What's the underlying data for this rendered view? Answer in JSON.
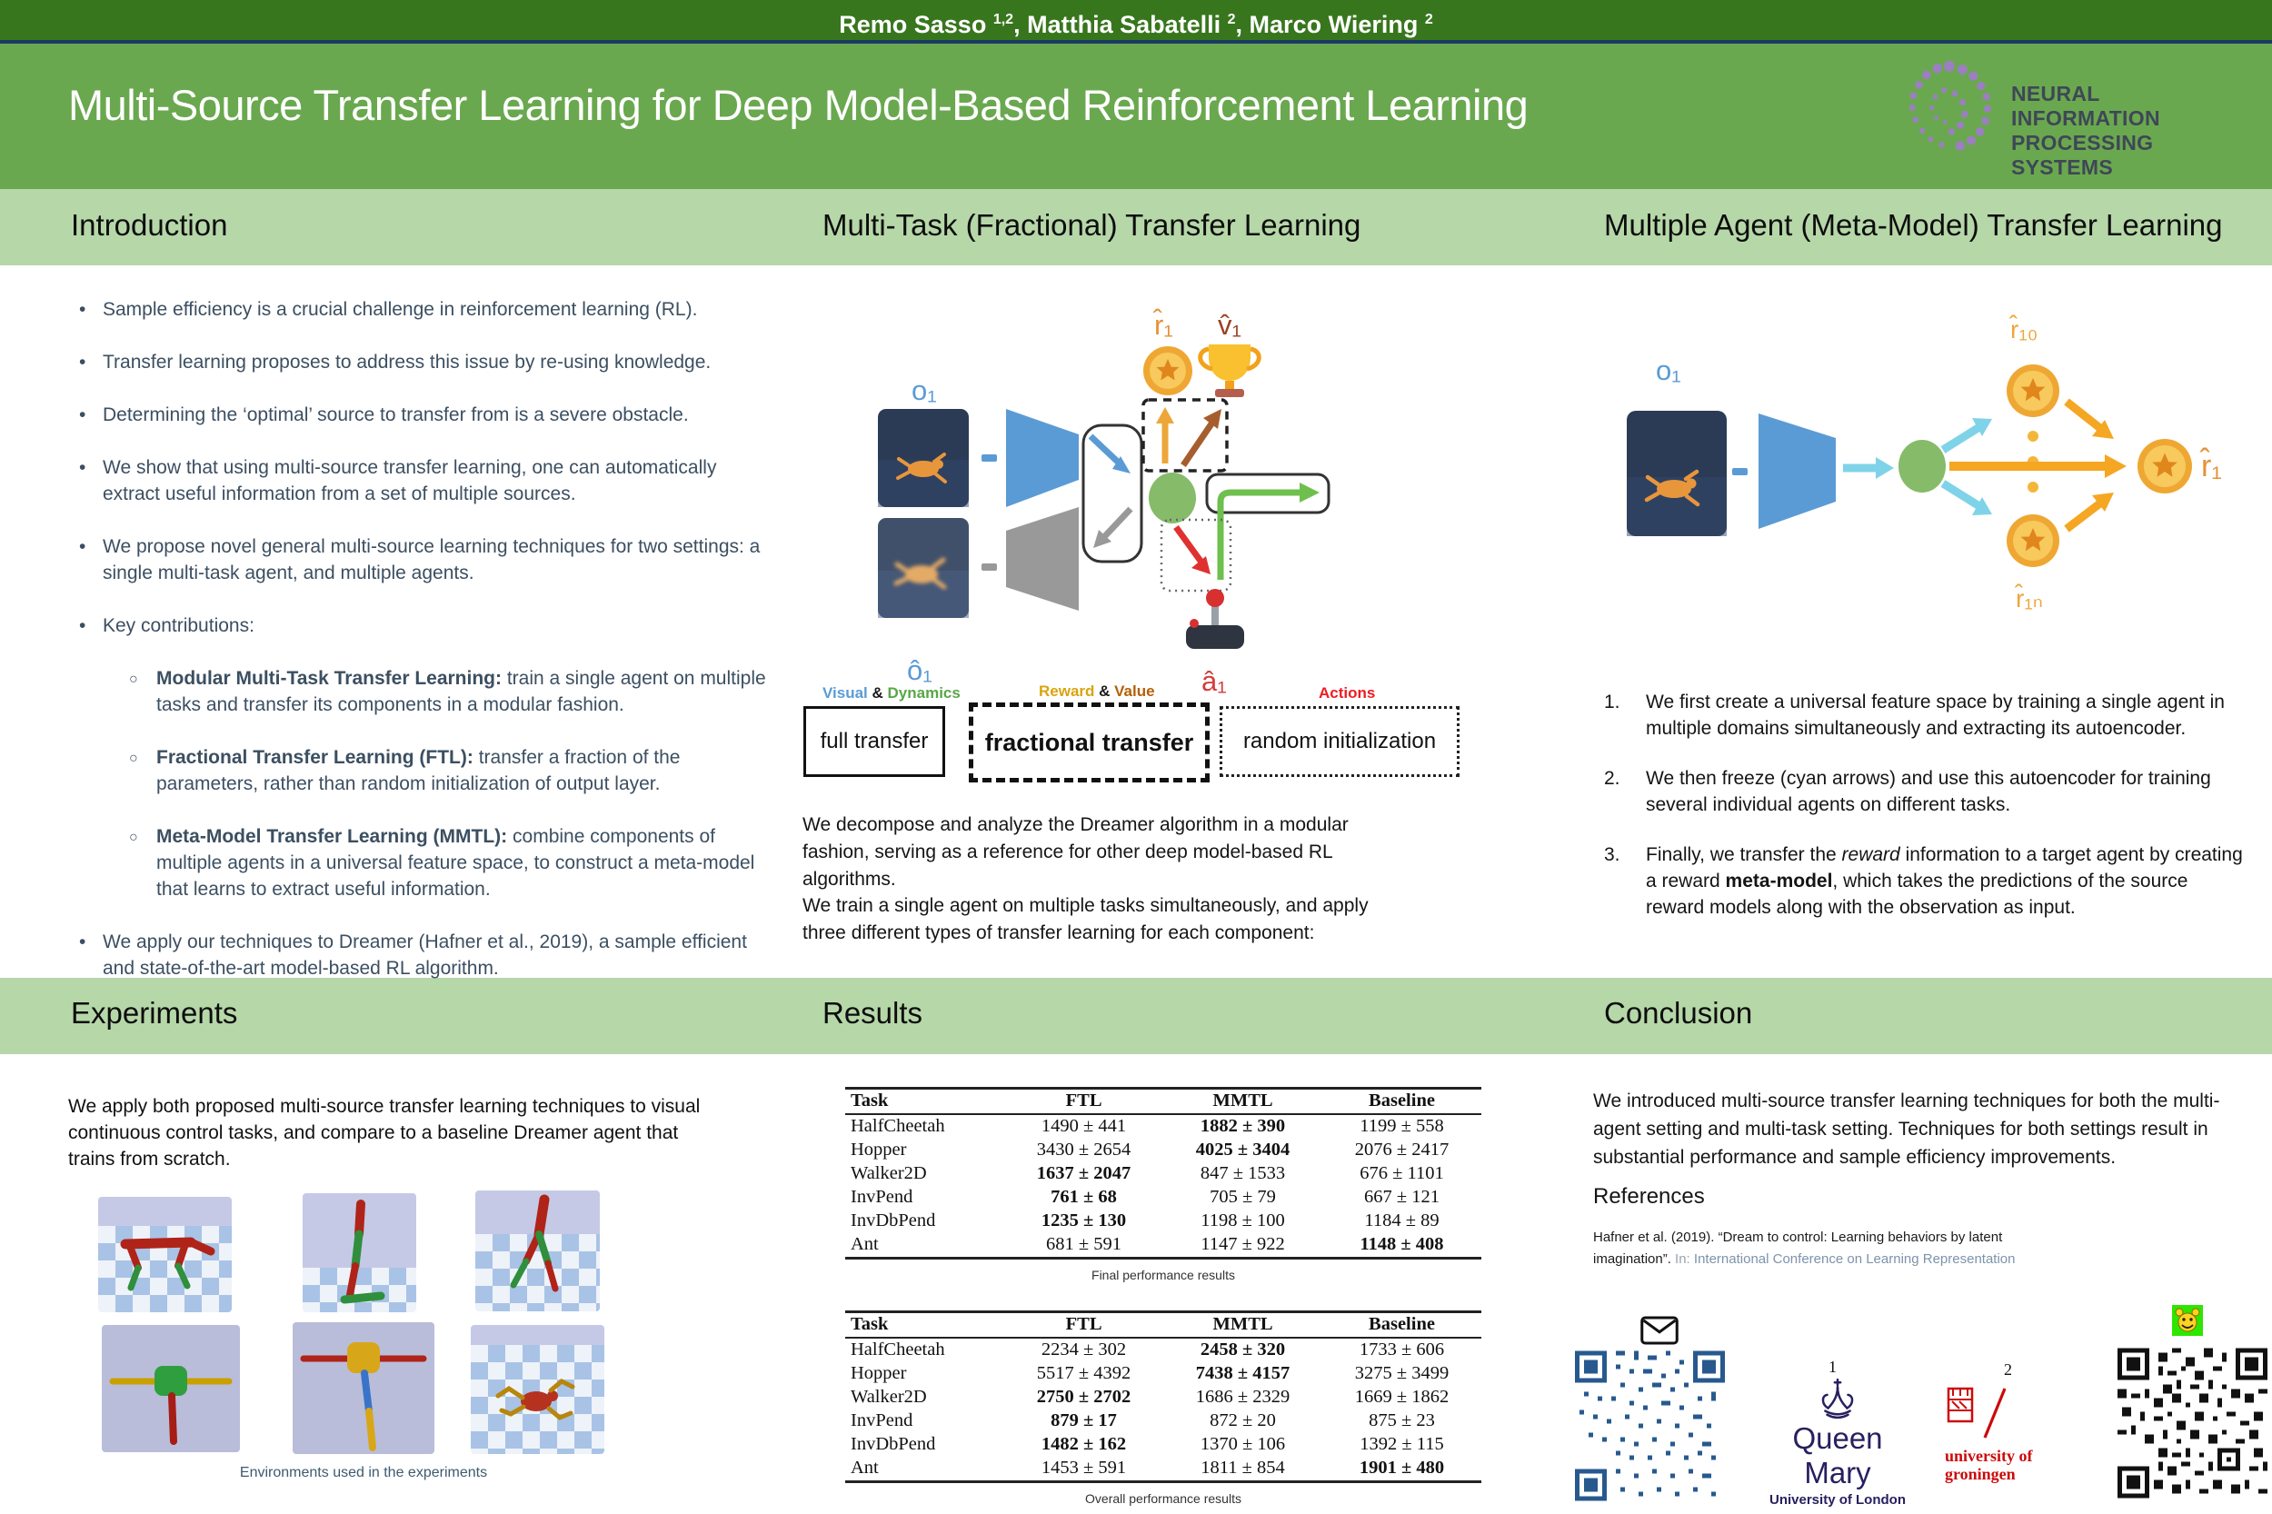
{
  "header": {
    "authors": [
      {
        "text": "Remo Sasso ",
        "sup": "1,2"
      },
      {
        "text": ", Matthia Sabatelli ",
        "sup": "2"
      },
      {
        "text": ", Marco Wiering ",
        "sup": "2"
      }
    ],
    "title": "Multi-Source Transfer Learning for Deep Model-Based Reinforcement Learning",
    "neurips_logo": {
      "line1": "NEURAL INFORMATION",
      "line2": "PROCESSING SYSTEMS"
    }
  },
  "colors": {
    "topbar_green": "#38761d",
    "title_band_green": "#6aa84f",
    "section_band_green": "#b6d7a8",
    "navy_rule": "#1b3a63",
    "intro_text_slate": "#3c4f61",
    "visual_blue": "#5b9bd5",
    "dynamics_green": "#59a648",
    "reward_yellow": "#d9a40e",
    "value_orange": "#b45f06",
    "actions_red": "#ed1c24",
    "coin_orange": "#efa733",
    "cyan_arrow": "#7fd3e8",
    "latent_green": "#86bb6a"
  },
  "introduction": {
    "title": "Introduction",
    "bullets": [
      {
        "segs": [
          {
            "t": "Sample efficiency is a crucial challenge in reinforcement learning (RL)."
          }
        ]
      },
      {
        "segs": [
          {
            "t": "Transfer learning proposes to address this issue by re-using knowledge."
          }
        ]
      },
      {
        "segs": [
          {
            "t": "Determining the ‘optimal’ source to transfer from is a severe obstacle."
          }
        ]
      },
      {
        "segs": [
          {
            "t": "We show that using multi-source transfer learning, one can automatically extract useful information from a set of multiple sources."
          }
        ]
      },
      {
        "segs": [
          {
            "t": "We propose novel general multi-source learning techniques for two settings: a single multi-task agent, and multiple agents."
          }
        ]
      },
      {
        "segs": [
          {
            "t": "Key contributions:"
          }
        ],
        "sub": [
          {
            "segs": [
              {
                "t": "Modular Multi-Task Transfer Learning:",
                "s": "b"
              },
              {
                "t": " train a single agent on multiple tasks and transfer its components in a modular fashion."
              }
            ]
          },
          {
            "segs": [
              {
                "t": "Fractional Transfer Learning (FTL):",
                "s": "b"
              },
              {
                "t": " transfer a fraction of the parameters, rather than random initialization of output layer."
              }
            ]
          },
          {
            "segs": [
              {
                "t": "Meta-Model Transfer Learning (MMTL):",
                "s": "b"
              },
              {
                "t": " combine components of multiple agents in a universal feature space, to construct a meta-model that learns to extract useful information."
              }
            ]
          }
        ]
      },
      {
        "segs": [
          {
            "t": "We apply our techniques to Dreamer (Hafner et al., 2019), a sample efficient and state-of-the-art model-based RL algorithm."
          }
        ]
      }
    ]
  },
  "multitask": {
    "title": "Multi-Task (Fractional) Transfer Learning",
    "labels": {
      "o1": "o₁",
      "o1_hat": "ô₁",
      "r1_hat": "r̂₁",
      "v1_hat": "v̂₁",
      "a1_hat": "â₁"
    },
    "legend": [
      {
        "segs": [
          {
            "t": "Visual",
            "c": "#5b9bd5"
          },
          {
            "t": " & ",
            "c": "#1a1a1a"
          },
          {
            "t": "Dynamics",
            "c": "#59a648"
          }
        ]
      },
      {
        "segs": [
          {
            "t": "Reward",
            "c": "#d9a40e"
          },
          {
            "t": " & ",
            "c": "#1a1a1a"
          },
          {
            "t": "Value",
            "c": "#b45f06"
          }
        ]
      },
      {
        "segs": [
          {
            "t": "Actions",
            "c": "#ed1c24"
          }
        ]
      }
    ],
    "boxes": {
      "full": "full transfer",
      "fractional": "fractional transfer",
      "random": "random initialization"
    },
    "paragraph1": "We decompose and analyze the Dreamer algorithm in a modular fashion, serving as a reference for other deep model-based RL algorithms.",
    "paragraph2": "We train a single agent on multiple tasks simultaneously, and apply three different types of transfer learning for each component:"
  },
  "metamodel": {
    "title": "Multiple Agent (Meta-Model) Transfer Learning",
    "labels": {
      "o1": "o₁",
      "r1_first": "r̂₁₀",
      "r1_last": "r̂₁ₙ",
      "r1": "r̂₁"
    },
    "steps": [
      {
        "segs": [
          {
            "t": "We first create a universal feature space by training a single agent in multiple domains simultaneously and extracting its autoencoder."
          }
        ]
      },
      {
        "segs": [
          {
            "t": "We then freeze (cyan arrows) and use this autoencoder for training several individual agents on different tasks."
          }
        ]
      },
      {
        "segs": [
          {
            "t": "Finally, we transfer the "
          },
          {
            "t": "reward",
            "s": "i"
          },
          {
            "t": " information to a target agent by creating a reward "
          },
          {
            "t": "meta-model",
            "s": "b"
          },
          {
            "t": ", which takes the predictions of the source reward models along with the observation as input."
          }
        ]
      }
    ]
  },
  "experiments": {
    "title": "Experiments",
    "paragraph": "We apply both proposed multi-source transfer learning techniques to visual continuous control tasks, and compare to a baseline Dreamer agent that trains from scratch.",
    "caption": "Environments used in the experiments"
  },
  "results": {
    "title": "Results",
    "tables": [
      {
        "caption": "Final performance results",
        "columns": [
          "Task",
          "FTL",
          "MMTL",
          "Baseline"
        ],
        "rows": [
          {
            "task": "HalfCheetah",
            "cells": [
              {
                "v": "1490 ± 441"
              },
              {
                "v": "1882 ± 390",
                "b": true
              },
              {
                "v": "1199 ± 558"
              }
            ]
          },
          {
            "task": "Hopper",
            "cells": [
              {
                "v": "3430 ± 2654"
              },
              {
                "v": "4025 ± 3404",
                "b": true
              },
              {
                "v": "2076 ± 2417"
              }
            ]
          },
          {
            "task": "Walker2D",
            "cells": [
              {
                "v": "1637 ± 2047",
                "b": true
              },
              {
                "v": "847 ± 1533"
              },
              {
                "v": "676 ± 1101"
              }
            ]
          },
          {
            "task": "InvPend",
            "cells": [
              {
                "v": "761 ± 68",
                "b": true
              },
              {
                "v": "705 ± 79"
              },
              {
                "v": "667 ± 121"
              }
            ]
          },
          {
            "task": "InvDbPend",
            "cells": [
              {
                "v": "1235 ± 130",
                "b": true
              },
              {
                "v": "1198 ± 100"
              },
              {
                "v": "1184 ± 89"
              }
            ]
          },
          {
            "task": "Ant",
            "cells": [
              {
                "v": "681 ± 591"
              },
              {
                "v": "1147 ± 922"
              },
              {
                "v": "1148 ± 408",
                "b": true
              }
            ]
          }
        ]
      },
      {
        "caption": "Overall performance results",
        "columns": [
          "Task",
          "FTL",
          "MMTL",
          "Baseline"
        ],
        "rows": [
          {
            "task": "HalfCheetah",
            "cells": [
              {
                "v": "2234 ± 302"
              },
              {
                "v": "2458 ± 320",
                "b": true
              },
              {
                "v": "1733 ± 606"
              }
            ]
          },
          {
            "task": "Hopper",
            "cells": [
              {
                "v": "5517 ± 4392"
              },
              {
                "v": "7438 ± 4157",
                "b": true
              },
              {
                "v": "3275 ± 3499"
              }
            ]
          },
          {
            "task": "Walker2D",
            "cells": [
              {
                "v": "2750 ± 2702",
                "b": true
              },
              {
                "v": "1686 ± 2329"
              },
              {
                "v": "1669 ± 1862"
              }
            ]
          },
          {
            "task": "InvPend",
            "cells": [
              {
                "v": "879 ± 17",
                "b": true
              },
              {
                "v": "872 ± 20"
              },
              {
                "v": "875 ± 23"
              }
            ]
          },
          {
            "task": "InvDbPend",
            "cells": [
              {
                "v": "1482 ± 162",
                "b": true
              },
              {
                "v": "1370 ± 106"
              },
              {
                "v": "1392 ± 115"
              }
            ]
          },
          {
            "task": "Ant",
            "cells": [
              {
                "v": "1453 ± 591"
              },
              {
                "v": "1811 ± 854"
              },
              {
                "v": "1901 ± 480",
                "b": true
              }
            ]
          }
        ]
      }
    ]
  },
  "conclusion": {
    "title": "Conclusion",
    "paragraph": "We introduced multi-source transfer learning techniques for both the multi-agent setting and multi-task setting. Techniques for both settings result in substantial performance and sample efficiency improvements.",
    "references_title": "References",
    "reference_segs": [
      {
        "t": "Hafner et al. (2019). “Dream to control: Learning behaviors by latent imagination”. ",
        "c": "#1a1a1a"
      },
      {
        "t": "In: ",
        "c": "#9aa3ad"
      },
      {
        "t": "International Conference on Learning Representation",
        "c": "#7d93ab"
      }
    ],
    "affiliations": {
      "one": "1",
      "two": "2"
    },
    "qm": {
      "line1": "Queen Mary",
      "line2": "University of London"
    },
    "rug": {
      "line1": "university of",
      "line2": "groningen"
    }
  }
}
